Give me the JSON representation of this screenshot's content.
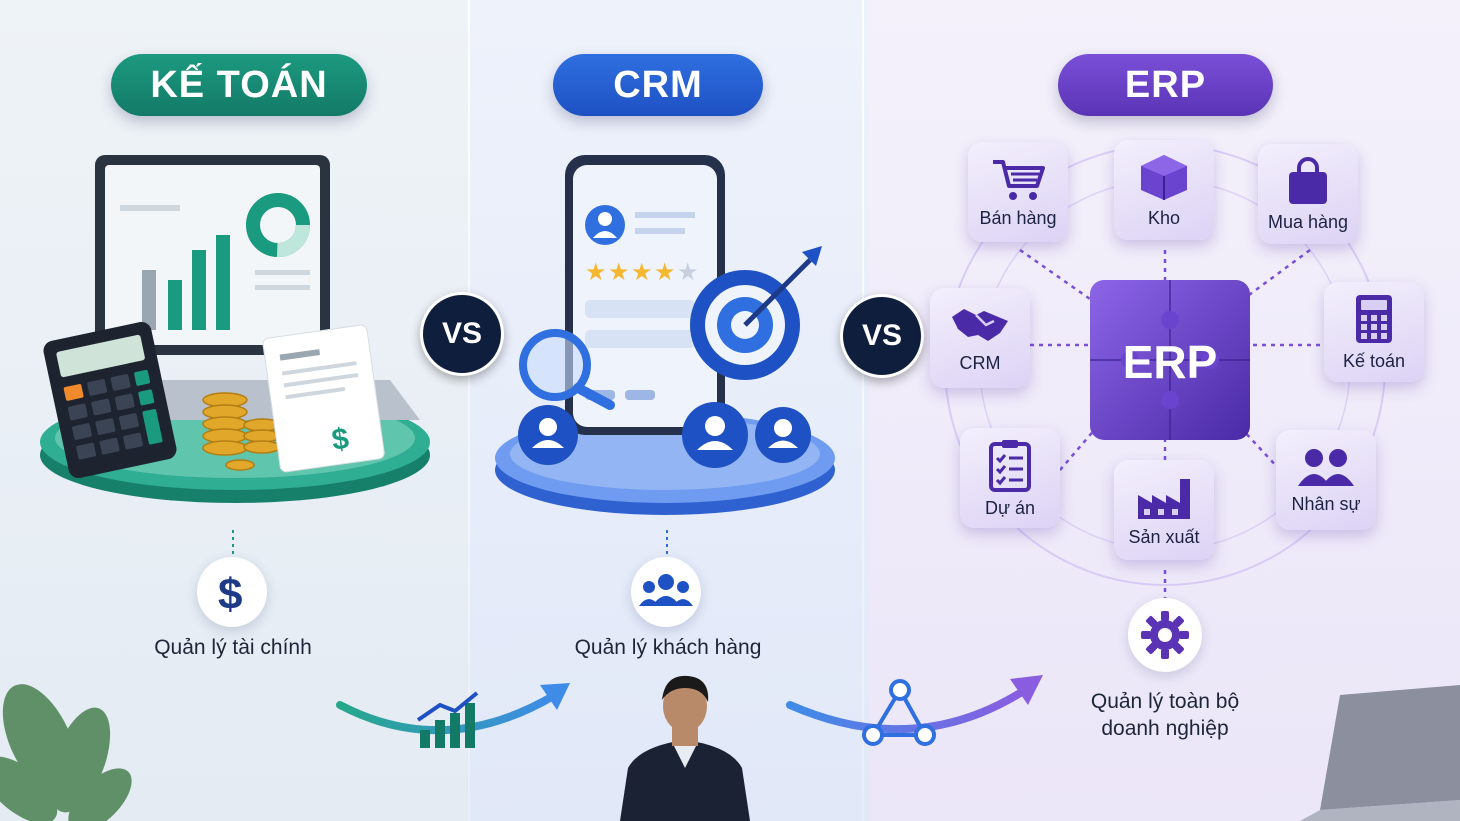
{
  "columns": {
    "ke_toan": {
      "title": "KẾ TOÁN",
      "caption": "Quản lý tài chính"
    },
    "crm": {
      "title": "CRM",
      "caption": "Quản lý khách hàng"
    },
    "erp": {
      "title": "ERP",
      "core": "ERP",
      "caption_line1": "Quản lý toàn bộ",
      "caption_line2": "doanh nghiệp",
      "modules": [
        "Bán hàng",
        "Kho",
        "Mua hàng",
        "CRM",
        "Kế toán",
        "Dự án",
        "Sản xuất",
        "Nhân sự"
      ]
    }
  },
  "vs_labels": [
    "VS",
    "VS"
  ],
  "colors": {
    "ke_toan": "#137a67",
    "crm": "#1e51c3",
    "erp": "#5b34b5",
    "vs": "#0f1e3c"
  }
}
